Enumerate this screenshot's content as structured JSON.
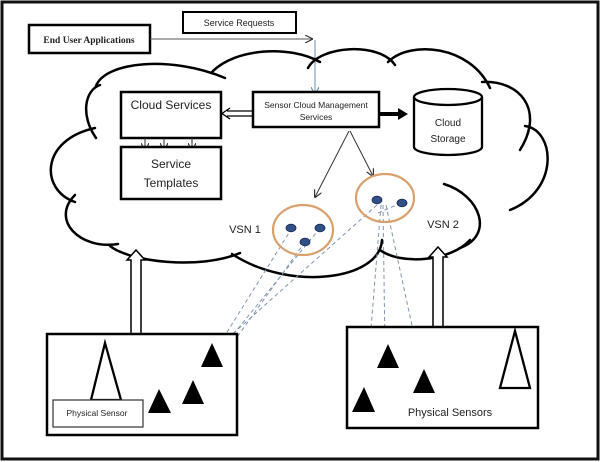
{
  "diagram": {
    "nodes": {
      "end_user_apps": "End User Applications",
      "service_requests": "Service Requests",
      "cloud_services": "Cloud Services",
      "service_templates": [
        "Service",
        "Templates"
      ],
      "sensor_cloud_mgmt": [
        "Sensor Cloud Management",
        "Services"
      ],
      "cloud_storage": [
        "Cloud",
        "Storage"
      ],
      "vsn1": "VSN 1",
      "vsn2": "VSN 2",
      "physical_sensor_left": "Physical Sensor",
      "physical_sensors_right": "Physical Sensors"
    },
    "colors": {
      "outline": "#000000",
      "vsn_ring": "#d9a06b",
      "vsn_node": "#2f4f86",
      "dashed_link": "#7f95b0",
      "request_arrow": "#6a8fb5"
    }
  }
}
